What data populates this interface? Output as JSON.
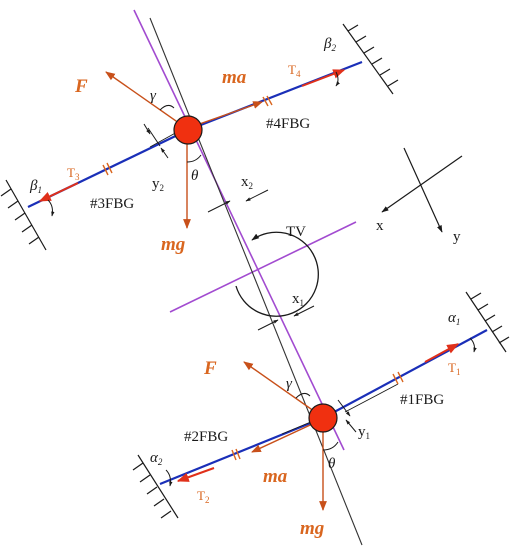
{
  "colors": {
    "fiber": "#1a2fb8",
    "mass": "#f03010",
    "force_arrow": "#c8501a",
    "force_text": "#d9661f",
    "axis_line": "#a24bd0",
    "ink": "#1a1a1a"
  },
  "labels": {
    "upper": {
      "force": "F",
      "inertial": "ma",
      "gravity": "mg",
      "tension_right": "T",
      "tension_right_sub": "4",
      "tension_left": "T",
      "tension_left_sub": "3",
      "fbg_right": "#4FBG",
      "fbg_left": "#3FBG",
      "angle_right": "β",
      "angle_right_sub": "2",
      "angle_left": "β",
      "angle_left_sub": "1",
      "gamma": "γ",
      "theta": "θ",
      "y_disp": "y",
      "y_disp_sub": "2",
      "x_disp": "x",
      "x_disp_sub": "2"
    },
    "lower": {
      "force": "F",
      "inertial": "ma",
      "gravity": "mg",
      "tension_right": "T",
      "tension_right_sub": "1",
      "tension_left": "T",
      "tension_left_sub": "2",
      "fbg_right": "#1FBG",
      "fbg_left": "#2FBG",
      "angle_right": "α",
      "angle_right_sub": "1",
      "angle_left": "α",
      "angle_left_sub": "2",
      "gamma": "γ",
      "theta": "θ",
      "y_disp": "y",
      "y_disp_sub": "1",
      "x_disp": "x",
      "x_disp_sub": "1"
    },
    "tv": "TV",
    "axis_x": "x",
    "axis_y": "y"
  }
}
